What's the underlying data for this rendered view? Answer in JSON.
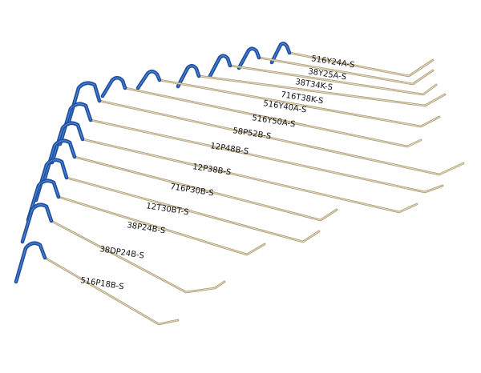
{
  "colors": {
    "handle": "#1f4f9e",
    "handle_highlight": "#4f86d8",
    "rod": "#c8b890",
    "rod_highlight": "#efe6cc",
    "rod_shadow": "#8f8060"
  },
  "tools": [
    {
      "label": "516Y24A-S"
    },
    {
      "label": "38Y25A-S"
    },
    {
      "label": "38T34K-S"
    },
    {
      "label": "716T38K-S"
    },
    {
      "label": "516Y40A-S"
    },
    {
      "label": "516Y50A-S"
    },
    {
      "label": "58P52B-S"
    },
    {
      "label": "12P48B-S"
    },
    {
      "label": "12P38B-S"
    },
    {
      "label": "716P30B-S"
    },
    {
      "label": "12T30BT-S"
    },
    {
      "label": "38P24B-S"
    },
    {
      "label": "38DP24B-S"
    },
    {
      "label": "516P18B-S"
    }
  ]
}
